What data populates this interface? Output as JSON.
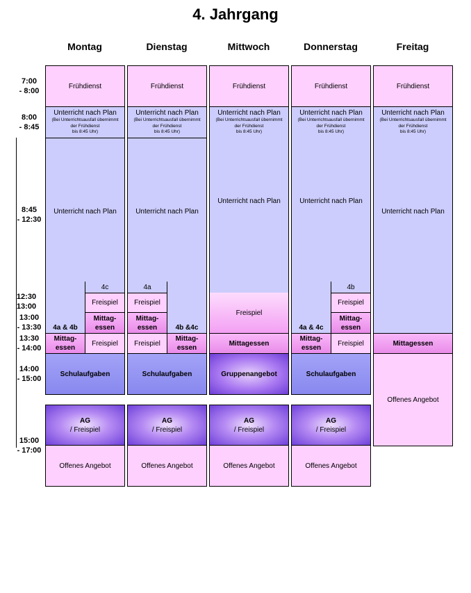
{
  "title": "4. Jahrgang",
  "days": [
    "Montag",
    "Dienstag",
    "Mittwoch",
    "Donnerstag",
    "Freitag"
  ],
  "times": {
    "t1": "7:00\n- 8:00",
    "t2": "8:00\n- 8:45",
    "t3": "8:45\n- 12:30",
    "t4": "12:30\n13:00",
    "t5": "13:00\n- 13:30",
    "t6": "13:30\n- 14:00",
    "t7": "14:00\n- 15:00",
    "t8": "15:00\n- 17:00"
  },
  "labels": {
    "fruehdienst": "Frühdienst",
    "unterricht_plan": "Unterricht nach Plan",
    "note_line1": "(Bei Unterrichtsausfall übernimmt",
    "note_line2": "der Frühdienst",
    "note_line3": "bis 8:45 Uhr)",
    "freispiel": "Freispiel",
    "mittag_1": "Mittag-",
    "mittag_2": "essen",
    "mittagessen": "Mittagessen",
    "schulaufgaben": "Schulaufgaben",
    "gruppenangebot": "Gruppenangebot",
    "ag": "AG",
    "ag_freispiel": "/ Freispiel",
    "offenes_angebot": "Offenes Angebot"
  },
  "groups": {
    "mon_top": "4c",
    "mon_bottom": "4a & 4b",
    "die_top": "4a",
    "die_bottom": "4b &4c",
    "don_top": "4b",
    "don_bottom": "4a & 4c"
  }
}
